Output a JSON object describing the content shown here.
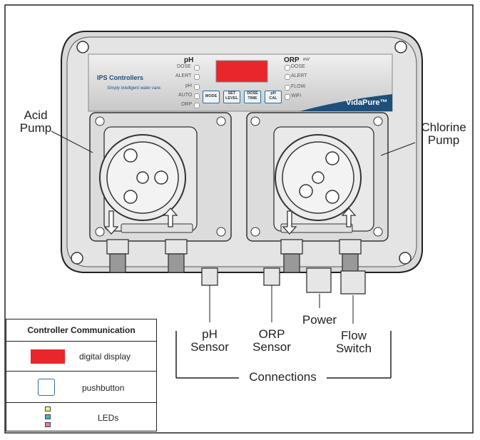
{
  "labels": {
    "acid_pump": [
      "Acid",
      "Pump"
    ],
    "chlorine_pump": [
      "Chlorine",
      "Pump"
    ],
    "ph_sensor": [
      "pH",
      "Sensor"
    ],
    "orp_sensor": [
      "ORP",
      "Sensor"
    ],
    "power": "Power",
    "flow_switch": [
      "Flow",
      "Switch"
    ],
    "connections": "Connections"
  },
  "panel": {
    "brand": "IPS Controllers",
    "tagline": "Simply intelligent water care.",
    "product": "VidaPure™",
    "ph_header": "pH",
    "orp_header": "ORP",
    "orp_unit": "mV",
    "left_leds": [
      "DOSE",
      "ALERT",
      "pH",
      "AUTO",
      "ORP"
    ],
    "right_leds": [
      "DOSE",
      "ALERT",
      "FLOW",
      "WiFi"
    ],
    "buttons": [
      {
        "line1": "MODE",
        "line2": ""
      },
      {
        "line1": "SET",
        "line2": "LEVEL"
      },
      {
        "line1": "DOSE",
        "line2": "TIME"
      },
      {
        "line1": "pH",
        "line2": "CAL"
      }
    ]
  },
  "legend": {
    "title": "Controller Communication",
    "items": [
      {
        "label": "digital display"
      },
      {
        "label": "pushbutton"
      },
      {
        "label": "LEDs"
      }
    ]
  },
  "colors": {
    "display_red": "#e8262b",
    "pushbutton_blue": "#2d6f9e",
    "led_yellow": "#f2ee84",
    "led_teal": "#41b6c4",
    "led_pink": "#e07ab8"
  }
}
